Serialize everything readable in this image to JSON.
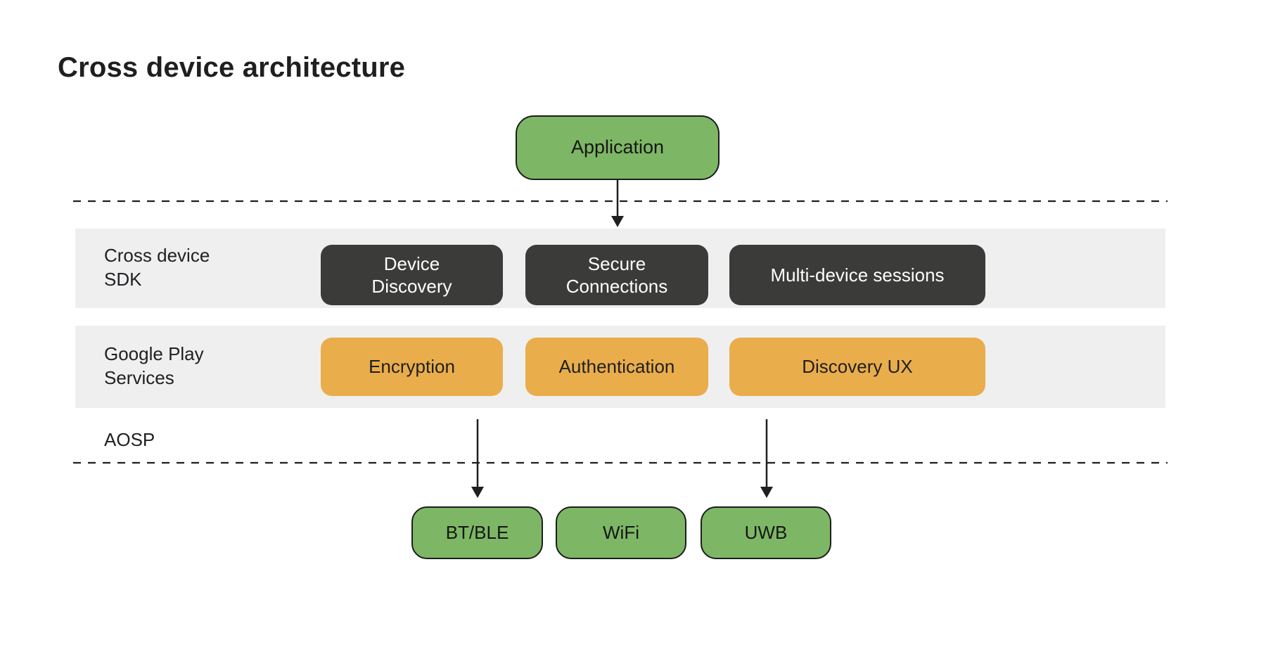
{
  "title": "Cross device architecture",
  "application_label": "Application",
  "bands": [
    {
      "label": "Cross device\nSDK",
      "boxes": [
        {
          "label": "Device\nDiscovery"
        },
        {
          "label": "Secure\nConnections"
        },
        {
          "label": "Multi-device sessions"
        }
      ]
    },
    {
      "label": "Google Play\nServices",
      "boxes": [
        {
          "label": "Encryption"
        },
        {
          "label": "Authentication"
        },
        {
          "label": "Discovery UX"
        }
      ]
    }
  ],
  "aosp_label": "AOSP",
  "bottom_boxes": [
    {
      "label": "BT/BLE"
    },
    {
      "label": "WiFi"
    },
    {
      "label": "UWB"
    }
  ],
  "colors": {
    "green_fill": "#7db765",
    "dark_fill": "#3b3b3a",
    "orange_fill": "#e9ad4c",
    "band_fill": "#efefef",
    "line_color": "#1f1f1f",
    "text_dark": "#202124",
    "text_light": "#ffffff"
  }
}
